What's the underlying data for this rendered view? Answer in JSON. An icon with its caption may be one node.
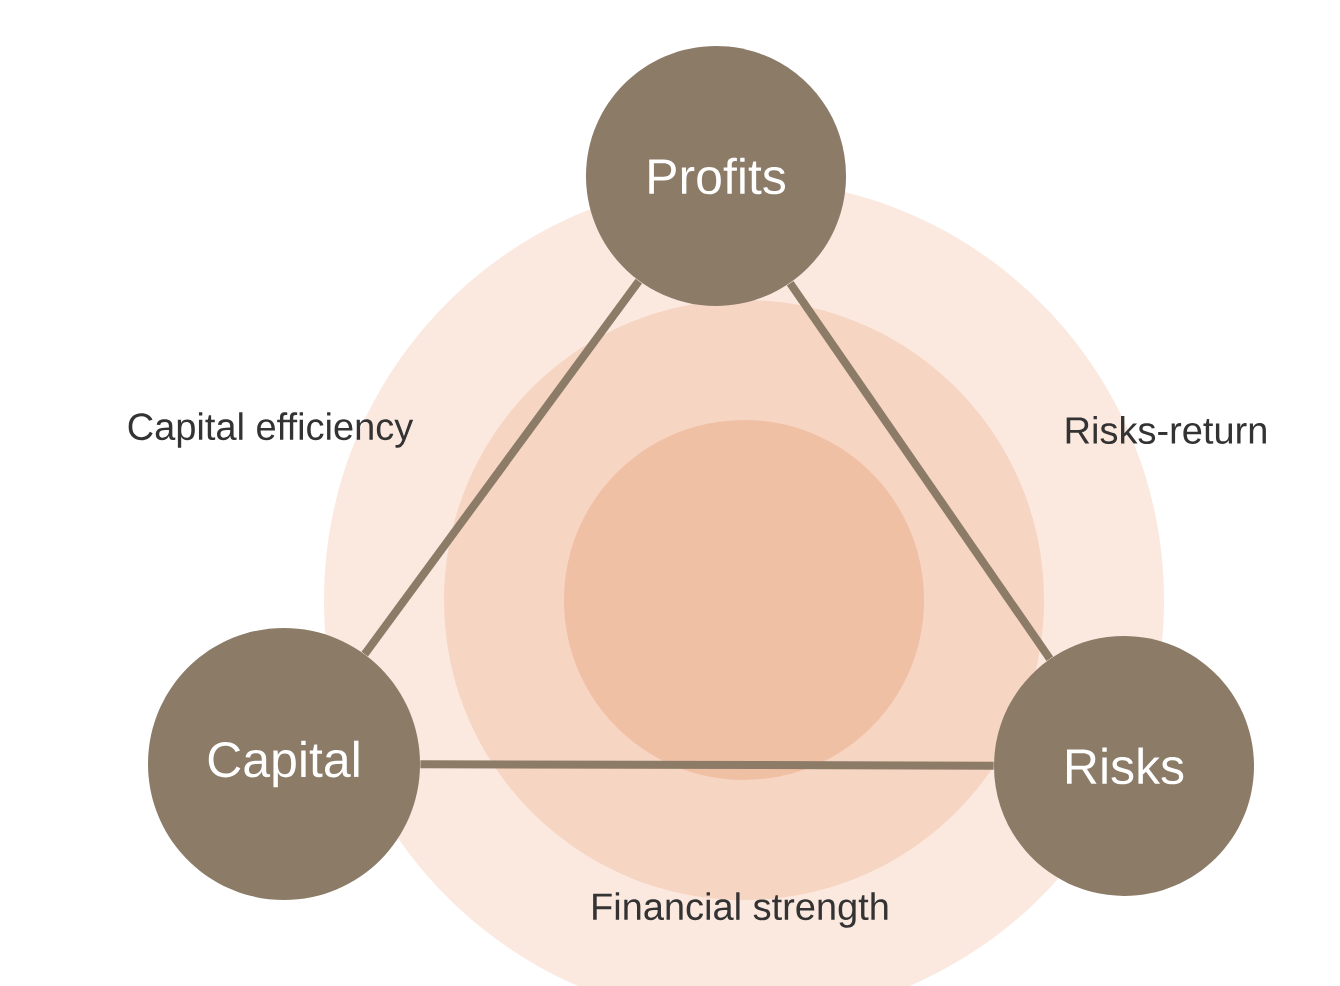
{
  "diagram": {
    "nodes": [
      {
        "text": [
          "Profits"
        ]
      },
      {
        "text": [
          "Capital"
        ]
      },
      {
        "text": [
          "Risks"
        ]
      }
    ],
    "edges": [
      {
        "from": 0,
        "to": 1,
        "arrow": "none",
        "label": "Capital efficiency"
      },
      {
        "from": 0,
        "to": 2,
        "arrow": "none",
        "label": "Risks-return"
      },
      {
        "from": 1,
        "to": 2,
        "arrow": "none",
        "label": "Financial strength"
      }
    ]
  }
}
